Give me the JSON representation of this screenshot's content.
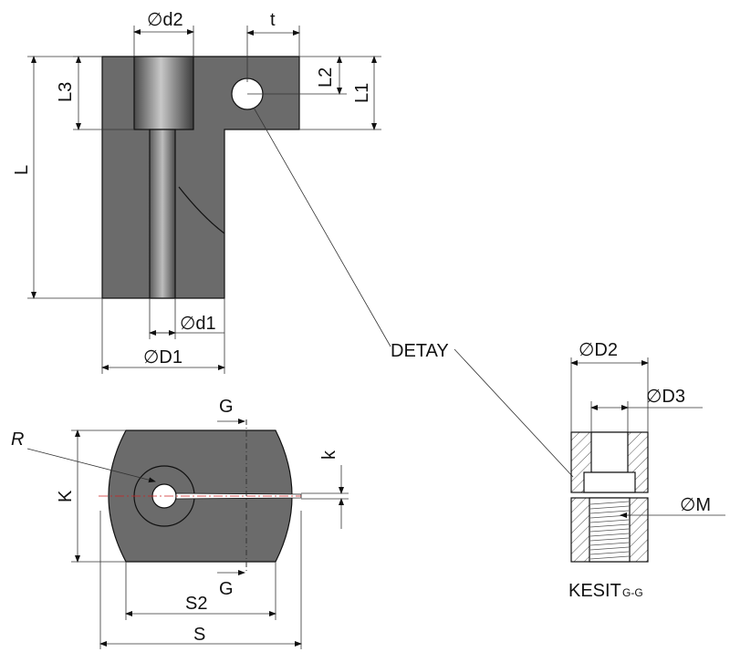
{
  "labels": {
    "d2": "d2",
    "t": "t",
    "L2": "L2",
    "L1": "L1",
    "L3": "L3",
    "L": "L",
    "d1": "d1",
    "D1": "D1",
    "detail": "DETAY",
    "D2": "D2",
    "D3": "D3",
    "M": "M",
    "section": "KESIT",
    "section_sub": "G-G",
    "G_top": "G",
    "G_bottom": "G",
    "R": "R",
    "K": "K",
    "k": "k",
    "S2": "S2",
    "S": "S"
  },
  "diameter_symbol": "∅",
  "colors": {
    "body_fill": "#6b6b6b",
    "outline": "#111111",
    "dimension": "#333333",
    "centerline": "#cc2222",
    "hatch": "#555555"
  }
}
